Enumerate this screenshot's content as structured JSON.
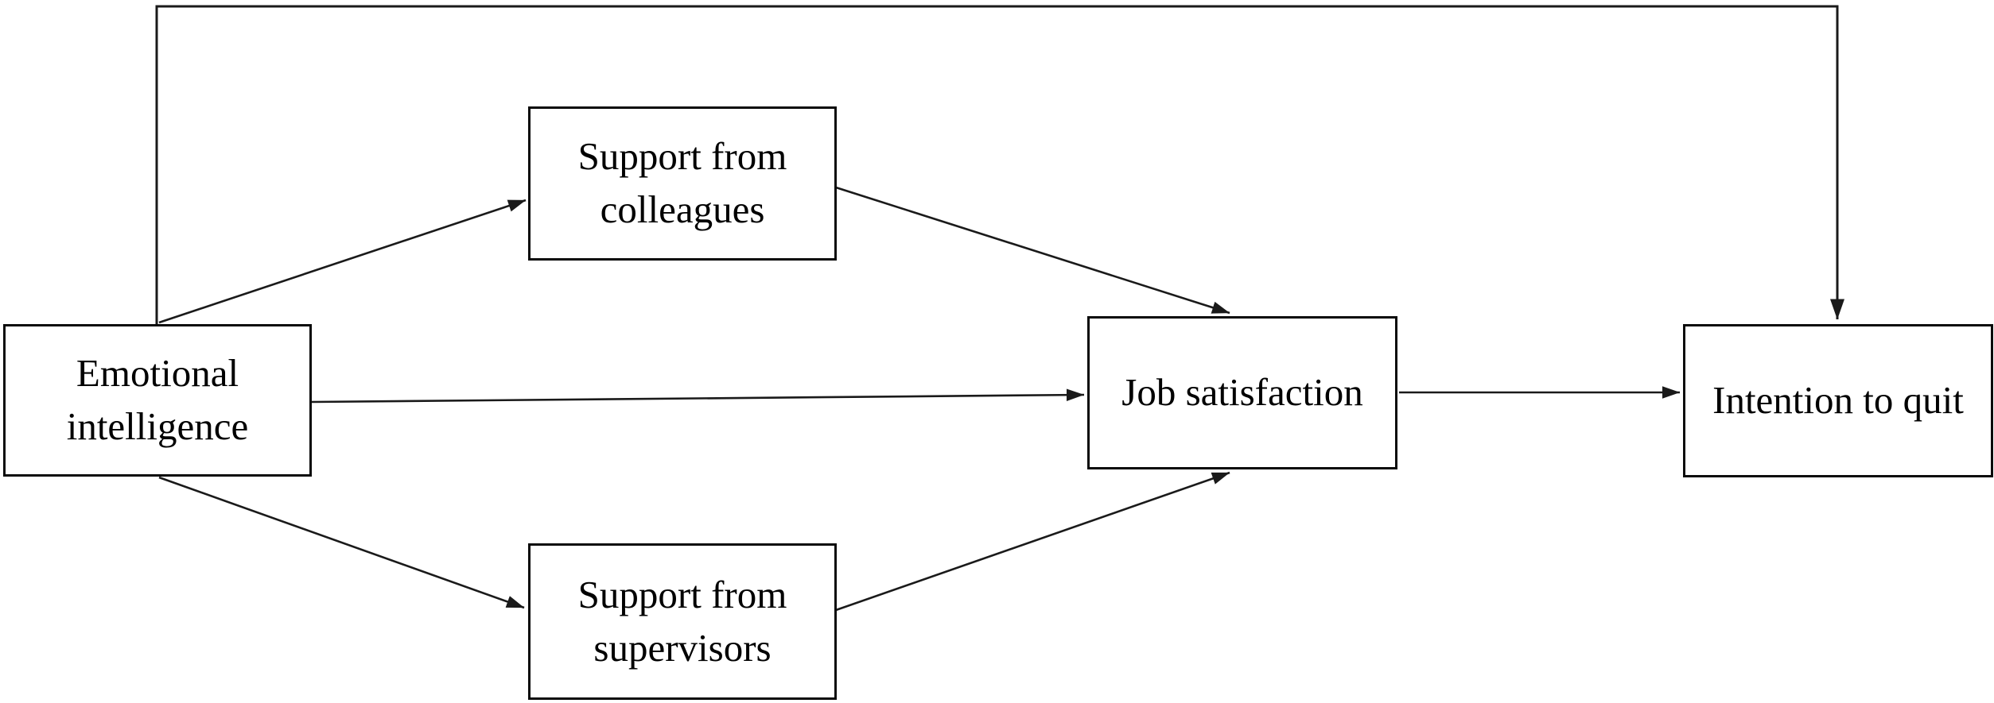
{
  "figure": {
    "type": "path-model-diagram",
    "background_color": "#ffffff",
    "box_border_color": "#000000",
    "line_color": "#1a1a1a",
    "text_color": "#000000",
    "nodes": [
      {
        "id": "emotional-intelligence",
        "label": "Emotional intelligence"
      },
      {
        "id": "support-from-colleagues",
        "label": "Support from colleagues"
      },
      {
        "id": "support-from-supervisors",
        "label": "Support from supervisors"
      },
      {
        "id": "job-satisfaction",
        "label": "Job satisfaction"
      },
      {
        "id": "intention-to-quit",
        "label": "Intention to quit"
      }
    ],
    "edges": [
      {
        "from": "emotional-intelligence",
        "to": "support-from-colleagues"
      },
      {
        "from": "emotional-intelligence",
        "to": "job-satisfaction"
      },
      {
        "from": "emotional-intelligence",
        "to": "support-from-supervisors"
      },
      {
        "from": "emotional-intelligence",
        "to": "intention-to-quit"
      },
      {
        "from": "support-from-colleagues",
        "to": "job-satisfaction"
      },
      {
        "from": "support-from-supervisors",
        "to": "job-satisfaction"
      },
      {
        "from": "job-satisfaction",
        "to": "intention-to-quit"
      }
    ]
  }
}
